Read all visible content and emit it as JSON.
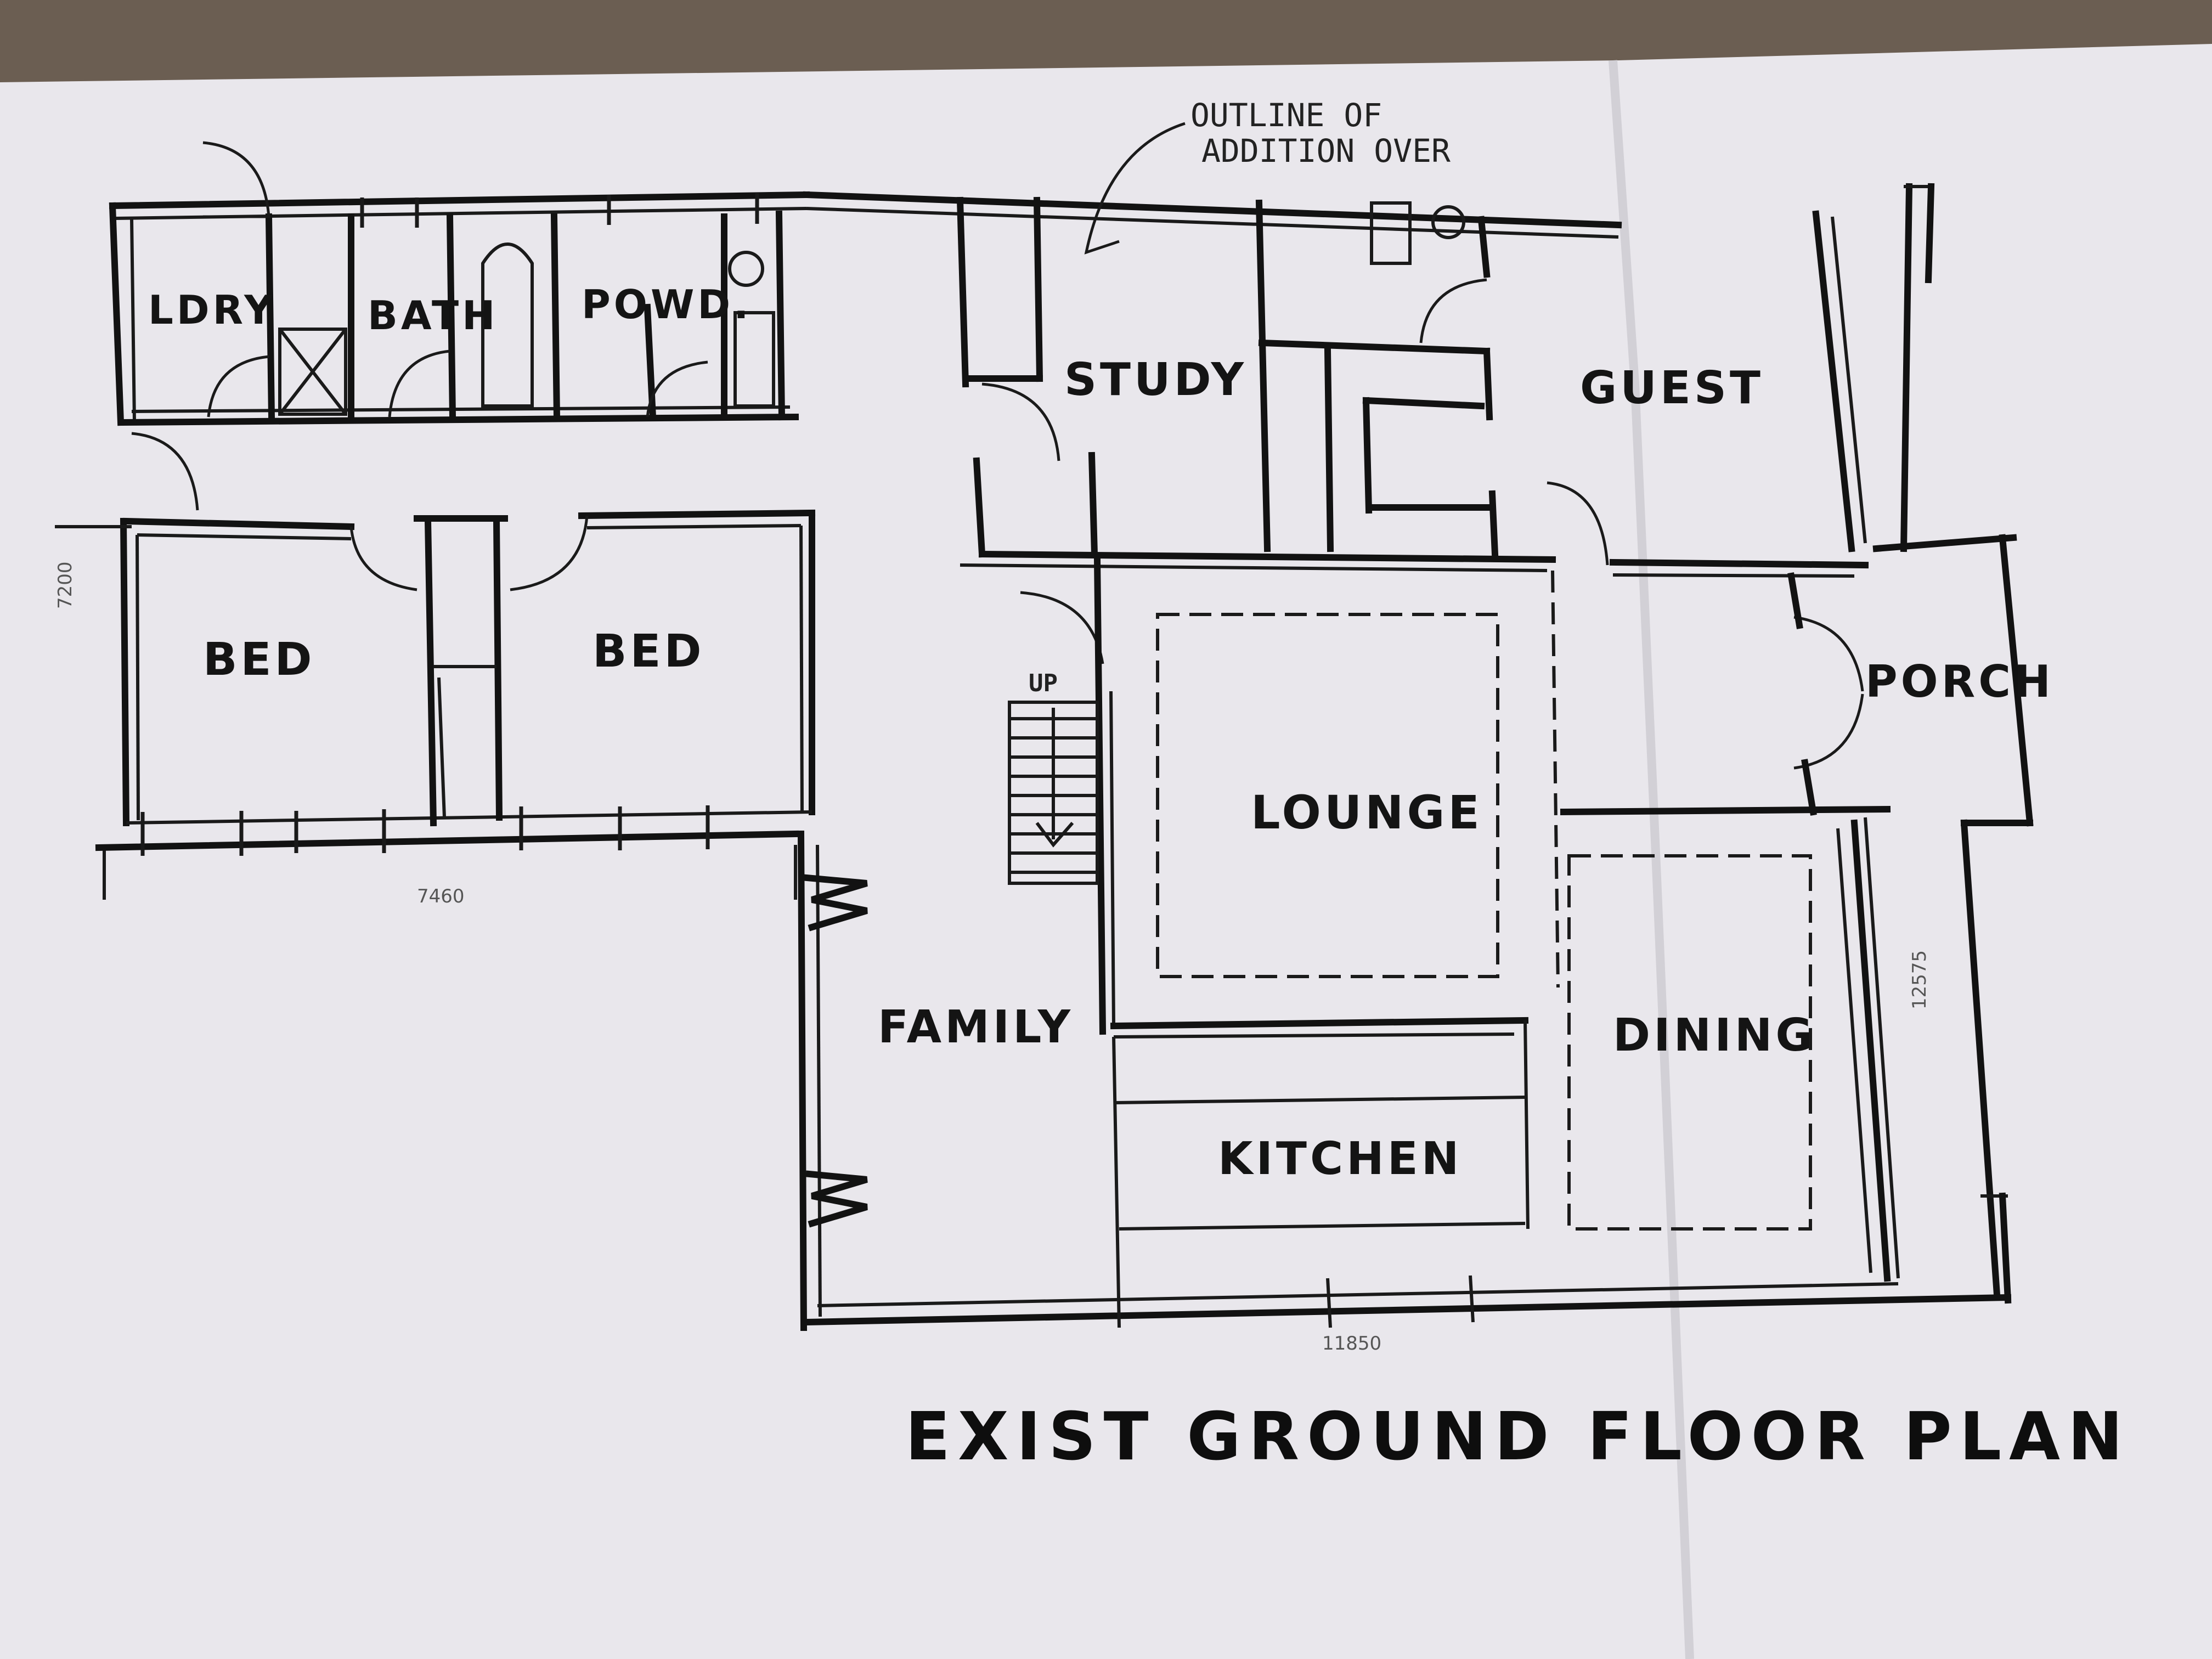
{
  "title": "EXIST GROUND FLOOR PLAN",
  "note": {
    "line1": "OUTLINE OF",
    "line2": "ADDITION OVER"
  },
  "stair_label": "UP",
  "rooms": {
    "ldry": "LDRY",
    "bath": "BATH",
    "powd": "POWD.",
    "study": "STUDY",
    "guest": "GUEST",
    "bed1": "BED",
    "bed2": "BED",
    "lounge": "LOUNGE",
    "porch": "PORCH",
    "family": "FAMILY",
    "dining": "DINING",
    "kitchen": "KITCHEN"
  },
  "dimensions": {
    "left": "7200",
    "bottom_left": "7460",
    "right": "12575",
    "bottom": "11850"
  },
  "colors": {
    "paper": "#e9e7ec",
    "ink": "#121212",
    "table": "#6b5e52"
  }
}
